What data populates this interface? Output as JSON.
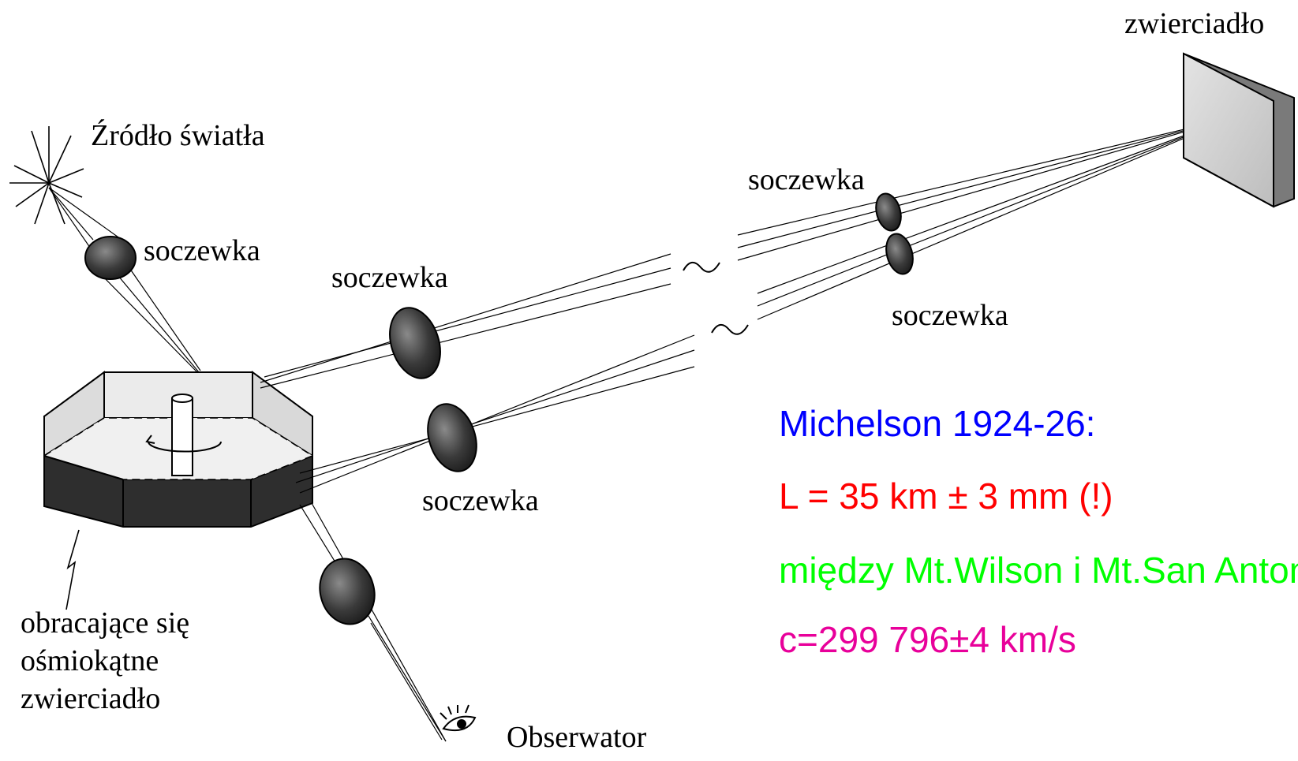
{
  "labels": {
    "far_mirror": "zwierciadło",
    "light_source": "Źródło światła",
    "lens_source": "soczewka",
    "lens_near_upper": "soczewka",
    "lens_near_lower": "soczewka",
    "lens_far_upper": "soczewka",
    "lens_far_lower": "soczewka",
    "octagon_line1": "obracające się",
    "octagon_line2": "ośmiokątne",
    "octagon_line3": "zwierciadło",
    "observer": "Obserwator"
  },
  "notes": {
    "line1": "Michelson 1924-26:",
    "line2": "L = 35 km ± 3 mm (!)",
    "line3": "między Mt.Wilson i Mt.San Antonio",
    "line4": "c=299 796±4 km/s"
  },
  "colors": {
    "line1": "#0000ff",
    "line2": "#ff0000",
    "line3": "#00ff00",
    "line4": "#e8009a"
  }
}
